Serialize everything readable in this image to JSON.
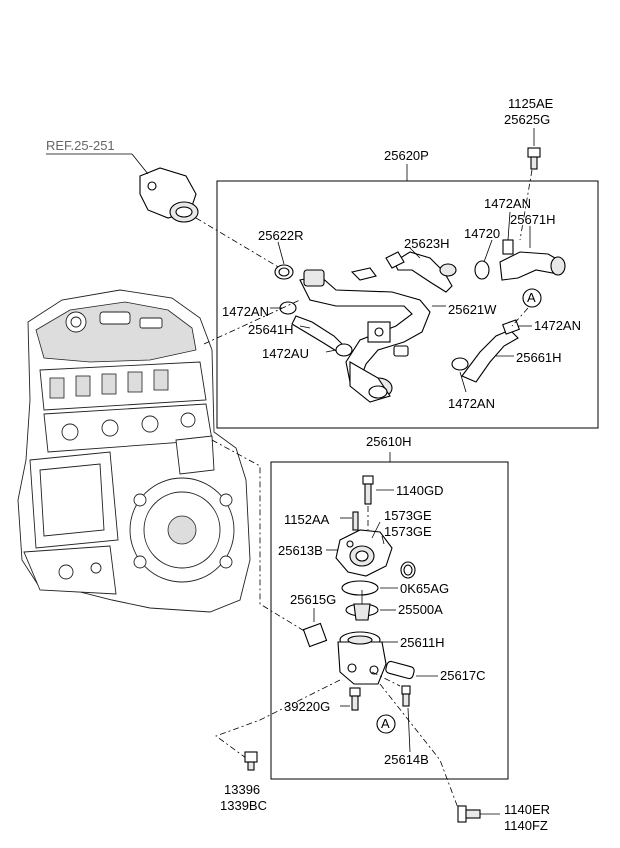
{
  "diagram": {
    "labels": {
      "ref": "REF.25-251",
      "p1125AE": "1125AE",
      "p25625G": "25625G",
      "p25620P": "25620P",
      "p1472AN_a": "1472AN",
      "p25671H": "25671H",
      "p25622R": "25622R",
      "p25623H": "25623H",
      "p14720": "14720",
      "p1472AN_b": "1472AN",
      "p25621W": "25621W",
      "p1472AN_c": "1472AN",
      "p25641H": "25641H",
      "p1472AU": "1472AU",
      "p25661H": "25661H",
      "p1472AN_d": "1472AN",
      "marker_a1": "A",
      "p25610H": "25610H",
      "p1140GD": "1140GD",
      "p1152AA": "1152AA",
      "p1573GE_a": "1573GE",
      "p1573GE_b": "1573GE",
      "p25613B": "25613B",
      "p0K65AG": "0K65AG",
      "p25615G": "25615G",
      "p25500A": "25500A",
      "p25611H": "25611H",
      "p25617C": "25617C",
      "p39220G": "39220G",
      "marker_a2": "A",
      "p25614B": "25614B",
      "p13396": "13396",
      "p1339BC": "1339BC",
      "p1140ER": "1140ER",
      "p1140FZ": "1140FZ"
    }
  }
}
